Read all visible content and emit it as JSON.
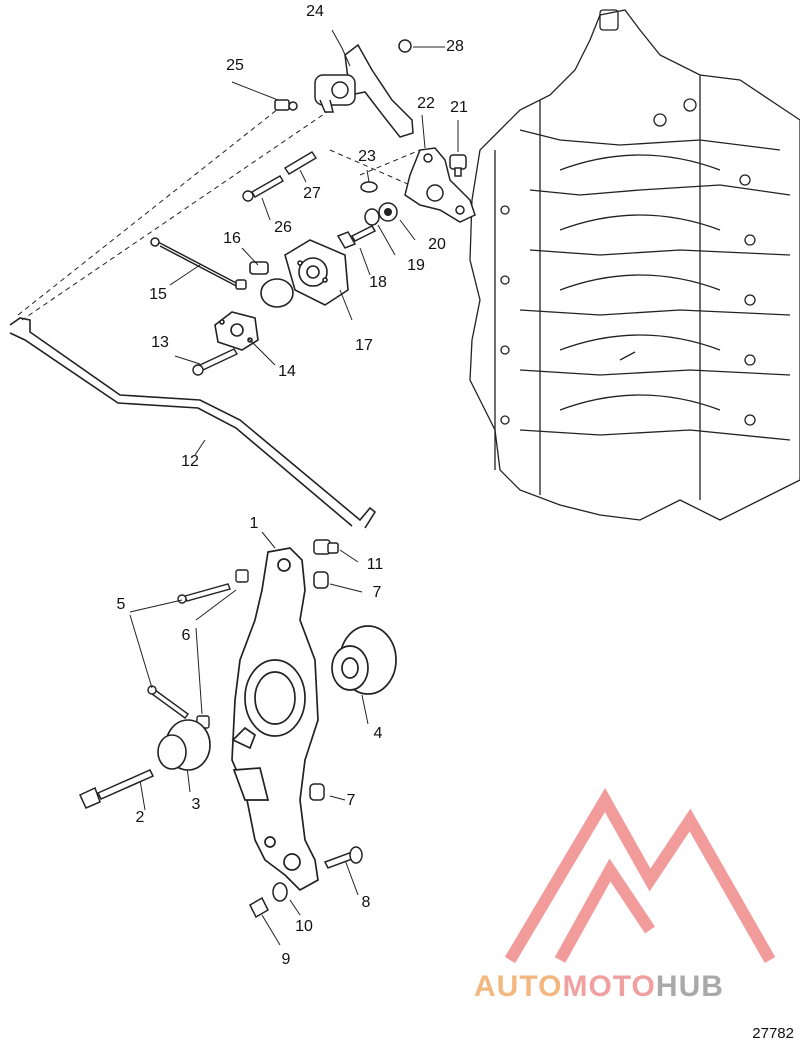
{
  "diagram": {
    "figure_number": "27782",
    "callouts": [
      "1",
      "2",
      "3",
      "4",
      "5",
      "6",
      "7",
      "8",
      "9",
      "10",
      "11",
      "12",
      "13",
      "14",
      "15",
      "16",
      "17",
      "18",
      "19",
      "20",
      "21",
      "22",
      "23",
      "24",
      "25",
      "26",
      "27",
      "28"
    ]
  },
  "watermark": {
    "part1": "AUTO",
    "part2": "MOTO",
    "part3": "HUB",
    "colors": {
      "auto": "#f2b880",
      "moto": "#f0a0a0",
      "hub": "#a9a9a9",
      "logo": "#f08a8a"
    }
  }
}
